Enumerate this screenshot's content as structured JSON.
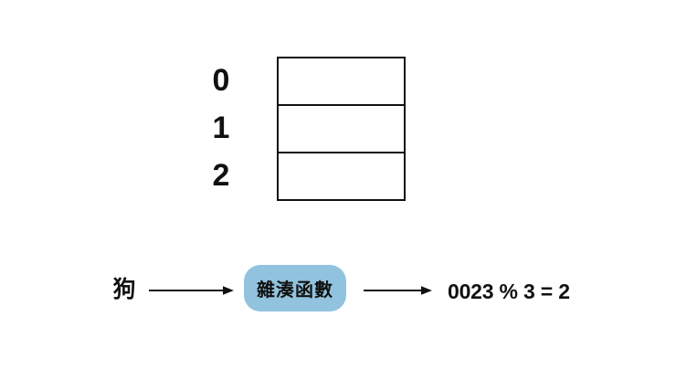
{
  "colors": {
    "background": "#ffffff",
    "ink": "#111111",
    "hash_box_fill": "#92c3de"
  },
  "hash_table": {
    "indices": [
      "0",
      "1",
      "2"
    ],
    "slot_count": 3
  },
  "flow": {
    "input_label": "狗",
    "function_label": "雜湊函數",
    "result_label": "0023 % 3 = 2"
  },
  "icons": {
    "arrow_1": "right-arrow",
    "arrow_2": "right-arrow"
  }
}
